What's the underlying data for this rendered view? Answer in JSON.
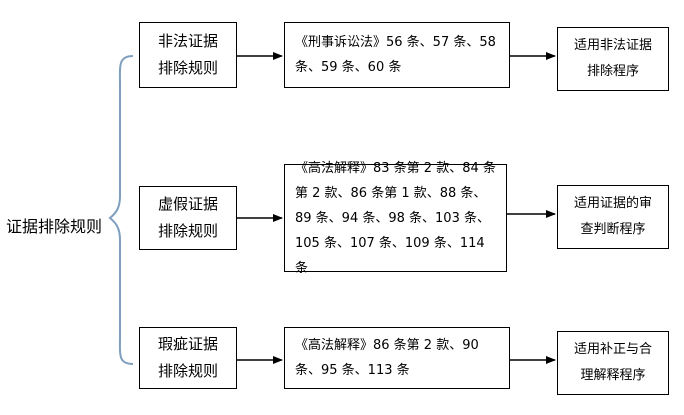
{
  "root": {
    "label": "证据排除规则"
  },
  "rows": [
    {
      "rule_line1": "非法证据",
      "rule_line2": "排除规则",
      "law_text": "《刑事诉讼法》56 条、57 条、58 条、59 条、60 条",
      "proc_line1": "适用非法证据",
      "proc_line2": "排除程序"
    },
    {
      "rule_line1": "虚假证据",
      "rule_line2": "排除规则",
      "law_text": "《高法解释》83 条第 2 款、84 条第 2 款、86 条第 1 款、88 条、89 条、94 条、98 条、103 条、105 条、107 条、109 条、114 条",
      "proc_line1": "适用证据的审",
      "proc_line2": "查判断程序"
    },
    {
      "rule_line1": "瑕疵证据",
      "rule_line2": "排除规则",
      "law_text": "《高法解释》86 条第 2 款、90 条、95 条、113 条",
      "proc_line1": "适用补正与合",
      "proc_line2": "理解释程序"
    }
  ],
  "colors": {
    "brace": "#7f9fbf",
    "line": "#000000"
  }
}
